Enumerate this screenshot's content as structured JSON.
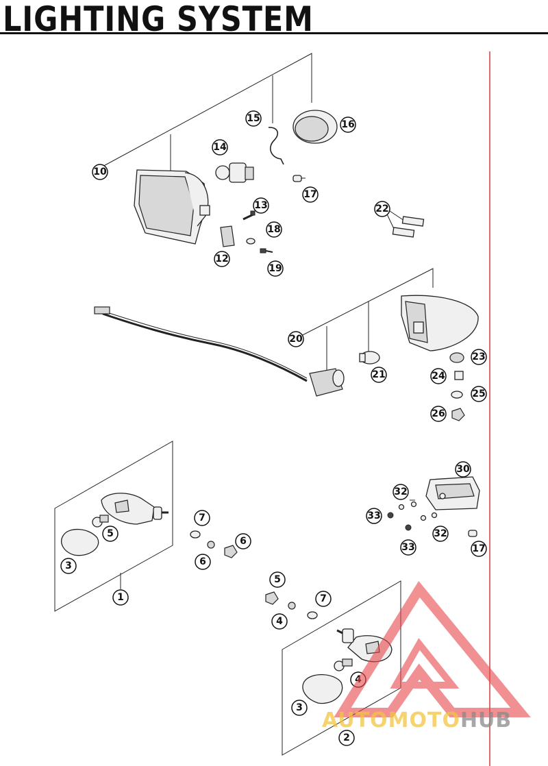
{
  "title": "LIGHTING SYSTEM",
  "colors": {
    "margin_line": "#e06a6a",
    "watermark_red": "#e8484a",
    "watermark_yellow": "#f2c542",
    "watermark_grey": "#8a8a8a"
  },
  "callouts": [
    "1",
    "2",
    "3",
    "3",
    "4",
    "4",
    "5",
    "5",
    "6",
    "6",
    "7",
    "7",
    "10",
    "12",
    "13",
    "14",
    "15",
    "16",
    "17",
    "17",
    "18",
    "19",
    "20",
    "21",
    "22",
    "23",
    "24",
    "25",
    "26",
    "30",
    "32",
    "32",
    "33",
    "33"
  ],
  "watermark": {
    "part1": "AUTO",
    "part2": "MOTO",
    "part3": "HUB"
  }
}
